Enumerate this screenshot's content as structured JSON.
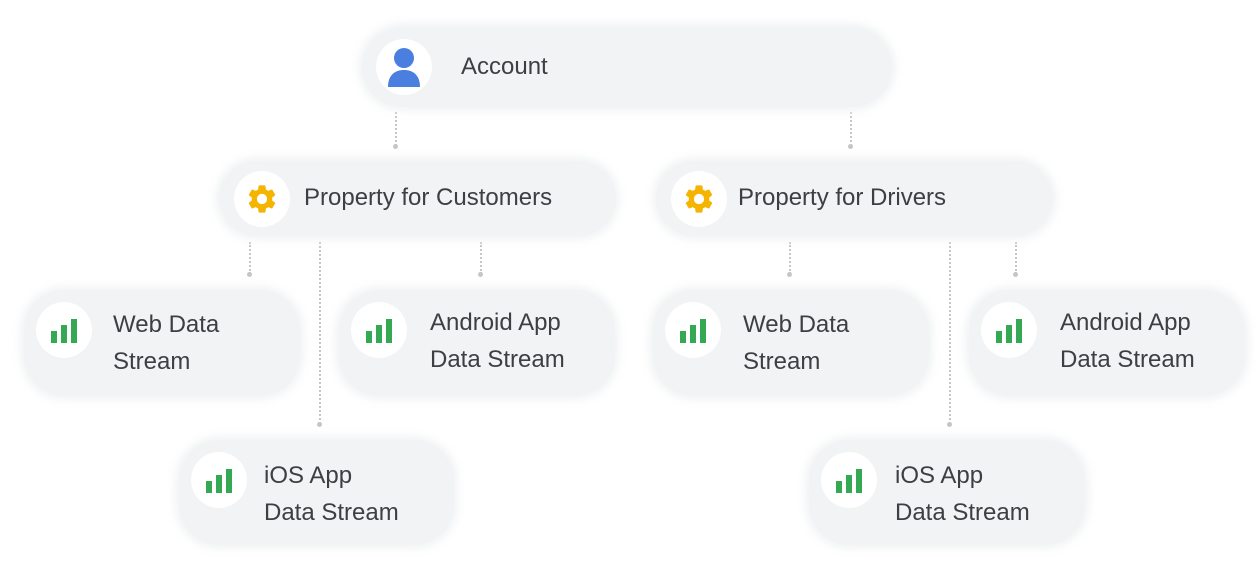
{
  "nodes": {
    "account": {
      "label": "Account",
      "icon": "person-icon"
    },
    "property_customers": {
      "label": "Property for Customers",
      "icon": "gear-icon"
    },
    "property_drivers": {
      "label": "Property for Drivers",
      "icon": "gear-icon"
    },
    "customers_web": {
      "label_line1": "Web Data",
      "label_line2": "Stream",
      "icon": "bar-chart-icon"
    },
    "customers_android": {
      "label_line1": "Android App",
      "label_line2": "Data Stream",
      "icon": "bar-chart-icon"
    },
    "customers_ios": {
      "label_line1": "iOS App",
      "label_line2": "Data Stream",
      "icon": "bar-chart-icon"
    },
    "drivers_web": {
      "label_line1": "Web Data",
      "label_line2": "Stream",
      "icon": "bar-chart-icon"
    },
    "drivers_android": {
      "label_line1": "Android App",
      "label_line2": "Data Stream",
      "icon": "bar-chart-icon"
    },
    "drivers_ios": {
      "label_line1": "iOS App",
      "label_line2": "Data Stream",
      "icon": "bar-chart-icon"
    }
  },
  "colors": {
    "node_background": "#f1f3f4",
    "text": "#3c4043",
    "person_icon": "#4a7fe0",
    "gear_icon": "#f4b400",
    "bar_chart_icon": "#34a853",
    "connector": "#c4c7c9"
  }
}
